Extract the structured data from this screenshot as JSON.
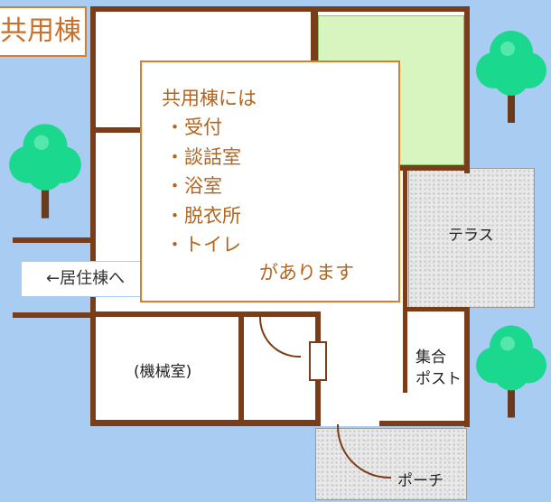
{
  "title": "共用棟",
  "callout": {
    "heading": "共用棟には",
    "items": [
      "受付",
      "談話室",
      "浴室",
      "脱衣所",
      "トイレ"
    ],
    "footer": "があります"
  },
  "rooms": {
    "terrace": "テラス",
    "machine_room": "(機械室)",
    "mailbox_line1": "集合",
    "mailbox_line2": "ポスト",
    "porch": "ポーチ"
  },
  "passage_sign": "←居住棟へ",
  "colors": {
    "background": "#a9ccf2",
    "wall": "#7a3d19",
    "callout_border": "#e07b2a",
    "callout_text": "#b3651f",
    "room": "#ffffff",
    "garden": "#d8f5c0",
    "gravel": "#e9e9e9"
  }
}
